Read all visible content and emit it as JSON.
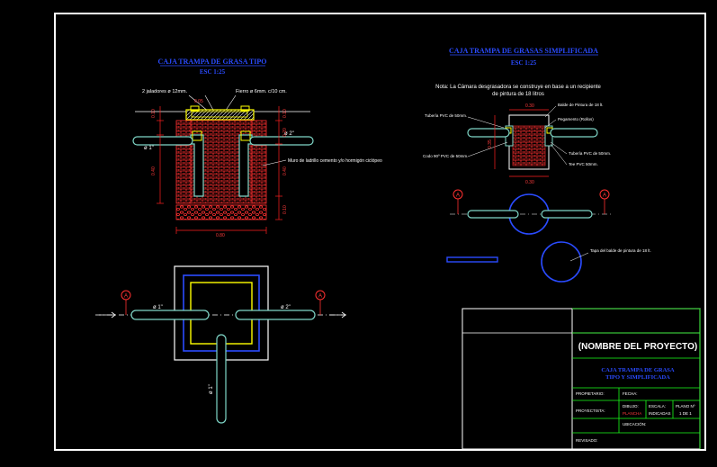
{
  "colors": {
    "background": "#000000",
    "frame": "#ffffff",
    "title": "#2a4bff",
    "pipe": "#7fd7c8",
    "dimension": "#ff2020",
    "wall": "#ff3030",
    "cover": "#ffff00",
    "block": "#ffffff",
    "grid": "#1aff1a"
  },
  "left_detail": {
    "title": "CAJA TRAMPA DE GRASA TIPO",
    "scale": "ESC 1:25",
    "notes": {
      "handles": "2 jaladores ø 12mm.",
      "rebar": "Fierro ø 6mm. c/10 cm.",
      "fill": "Muro de ladrillo cemento y/o hormigón ciclópeo",
      "pipe_in": "ø 1\"",
      "pipe_out": "ø 2\""
    },
    "dims": {
      "top": "0.05",
      "top_left": "0.10",
      "wall_left": "0.20",
      "height_left": "0.40",
      "right_a": "0.10",
      "right_b": "0.20",
      "right_c": "0.40",
      "right_d": "0.10",
      "bottom": "0.80"
    },
    "plan": {
      "pipe_in": "ø 1\"",
      "pipe_out": "ø 2\"",
      "pipe_down": "ø 1\"",
      "section_left": "A",
      "section_right": "A"
    }
  },
  "right_detail": {
    "title": "CAJA TRAMPA DE GRASAS SIMPLIFICADA",
    "scale": "ESC 1:25",
    "note_line1": "Nota: La Cámara desgrasadora se construye en base a un recipiente",
    "note_line2": "de pintura de 18 litros",
    "labels": {
      "tee_left": "Tubería PVC de 50mm.",
      "lid": "Balde de Pintura de 18 lt.",
      "pad": "Pegamento (Rollos)",
      "elbow": "Codo 90º PVC de 50mm.",
      "tee_right": "Tubería PVC de 50mm.",
      "pipe_right": "Tee PVC 50mm.",
      "bucket_label": "Tapa del balde de pintura de 18 lt."
    },
    "dims": {
      "top": "0.30",
      "left": "0.35",
      "bottom": "0.30"
    },
    "section_left": "A",
    "section_right": "A"
  },
  "title_block": {
    "project": "(NOMBRE DEL PROYECTO)",
    "drawing_title_1": "CAJA TRAMPA DE GRASA",
    "drawing_title_2": "TIPO Y SIMPLIFICADA",
    "owner_label": "PROPIETARIO:",
    "date_label": "FECHA:",
    "designer_label": "PROYECTISTA:",
    "drawn_label": "DIBUJO:",
    "drawn_value": "PLANCHA",
    "scale_label": "ESCALA:",
    "scale_value": "INDICADAS",
    "sheet_label": "PLANO Nº",
    "sheet_value": "1 DE 1",
    "location_label": "UBICACIÓN:",
    "reviewed_label": "REVISADO:"
  }
}
